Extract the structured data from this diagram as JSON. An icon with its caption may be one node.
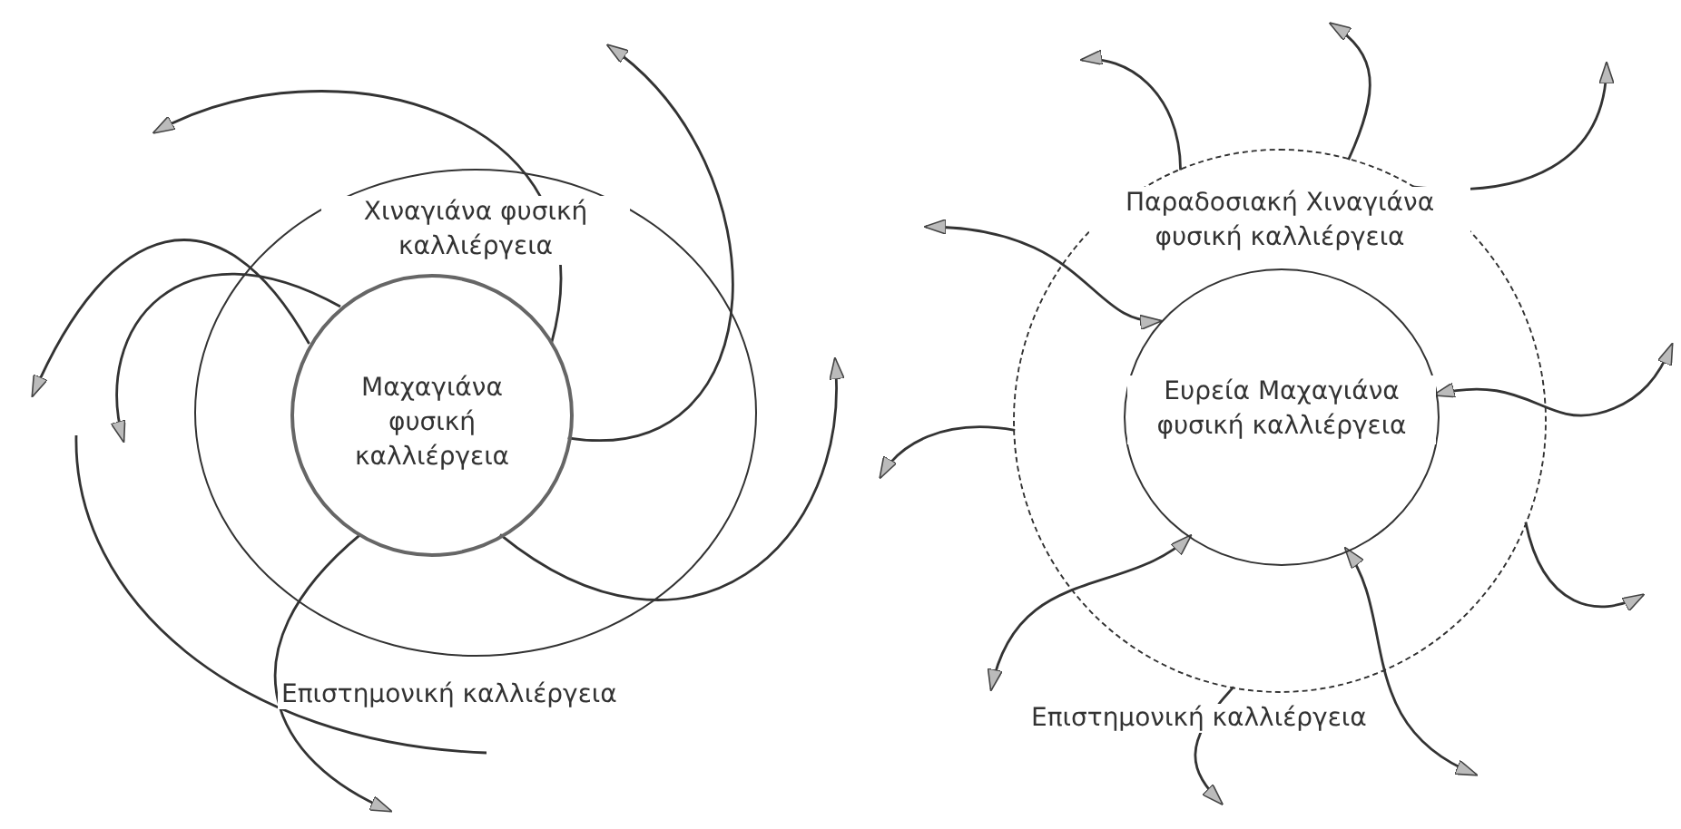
{
  "diagram": {
    "nodes": [
      {
        "text": [
          "Χιναγιάνα φυσική καλλιέργεια"
        ]
      },
      {
        "text": [
          "Μαχαγιάνα φυσική καλλιέργεια"
        ],
        "in": 0
      },
      {
        "text": [
          "Παραδοσιακή Χιναγιάνα φυσική καλλιέργεια"
        ]
      },
      {
        "text": [
          "Ευρεία Μαχαγιάνα φυσική καλλιέργεια"
        ],
        "in": 2
      }
    ],
    "edges": [
      {
        "from": 1,
        "to": null,
        "arrow": "to"
      },
      {
        "from": 1,
        "to": null,
        "arrow": "to"
      },
      {
        "from": 1,
        "to": null,
        "arrow": "to"
      },
      {
        "from": 1,
        "to": null,
        "arrow": "to"
      },
      {
        "from": 1,
        "to": null,
        "arrow": "to"
      },
      {
        "from": 1,
        "to": null,
        "arrow": "to"
      },
      {
        "from": 2,
        "to": null,
        "arrow": "to"
      },
      {
        "from": 2,
        "to": null,
        "arrow": "to"
      },
      {
        "from": 2,
        "to": null,
        "arrow": "to"
      },
      {
        "from": 3,
        "to": null,
        "arrow": "both"
      },
      {
        "from": 2,
        "to": null,
        "arrow": "to"
      },
      {
        "from": 3,
        "to": null,
        "arrow": "both"
      },
      {
        "from": 3,
        "to": null,
        "arrow": "both"
      },
      {
        "from": 3,
        "to": null,
        "arrow": "both"
      },
      {
        "from": 2,
        "to": null,
        "arrow": "to"
      },
      {
        "from": 2,
        "to": null,
        "arrow": "to"
      }
    ],
    "labels": [
      "Επιστημονική καλλιέργεια",
      "Επιστημονική καλλιέργεια"
    ]
  }
}
